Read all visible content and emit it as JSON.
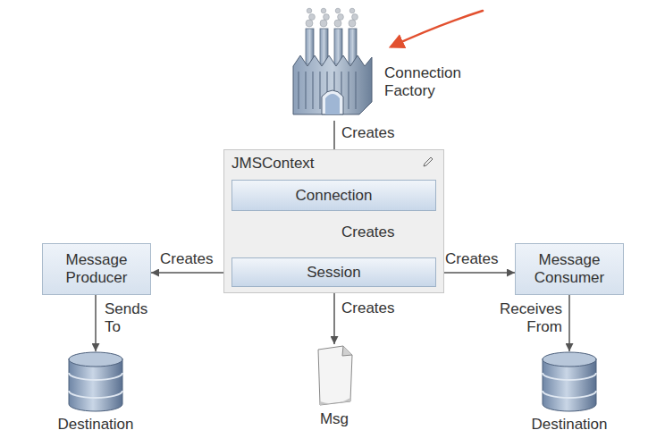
{
  "diagram": {
    "nodes": [
      {
        "text": [
          "Connection Factory"
        ]
      },
      {
        "text": [
          "JMSContext"
        ]
      },
      {
        "text": [
          "Connection"
        ],
        "in": 1
      },
      {
        "text": [
          "Session"
        ],
        "in": 1
      },
      {
        "text": [
          "Message Producer"
        ]
      },
      {
        "text": [
          "Message Consumer"
        ]
      },
      {
        "text": [
          "Destination"
        ]
      },
      {
        "text": [
          "Msg"
        ]
      },
      {
        "text": [
          "Destination"
        ]
      }
    ],
    "edges": [
      {
        "from": 0,
        "to": 2,
        "label": "Creates",
        "arrow": "to"
      },
      {
        "from": 2,
        "to": 3,
        "label": "Creates",
        "arrow": "to"
      },
      {
        "from": 3,
        "to": 4,
        "label": "Creates",
        "arrow": "to"
      },
      {
        "from": 3,
        "to": 5,
        "label": "Creates",
        "arrow": "to"
      },
      {
        "from": 3,
        "to": 7,
        "label": "Creates",
        "arrow": "to"
      },
      {
        "from": 4,
        "to": 6,
        "label": "Sends To",
        "arrow": "to"
      },
      {
        "from": 5,
        "to": 8,
        "label": "Receives From",
        "arrow": "to"
      }
    ]
  }
}
